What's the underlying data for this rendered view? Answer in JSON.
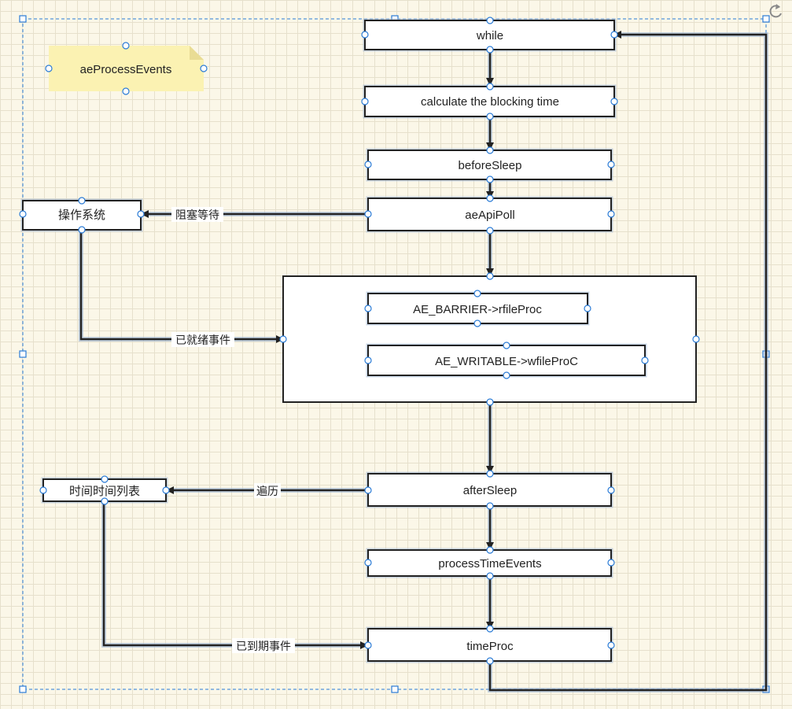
{
  "note": {
    "label": "aeProcessEvents"
  },
  "nodes": {
    "while": "while",
    "calc": "calculate the blocking time",
    "beforeSleep": "beforeSleep",
    "aeApiPoll": "aeApiPoll",
    "os": "操作系统",
    "rfile": "AE_BARRIER->rfileProc",
    "wfile": "AE_WRITABLE->wfileProC",
    "afterSleep": "afterSleep",
    "timeList": "时间时间列表",
    "processTimeEvents": "processTimeEvents",
    "timeProc": "timeProc"
  },
  "edges": {
    "block_wait": "阻塞等待",
    "ready_events": "已就绪事件",
    "traverse": "遍历",
    "expired_events": "已到期事件"
  },
  "icons": {
    "rotate": "rotate-icon"
  },
  "colors": {
    "selection": "#2a7bd6",
    "note": "#fbf2b2",
    "grid": "#e6e0cc",
    "canvas": "#fbf7e8"
  }
}
